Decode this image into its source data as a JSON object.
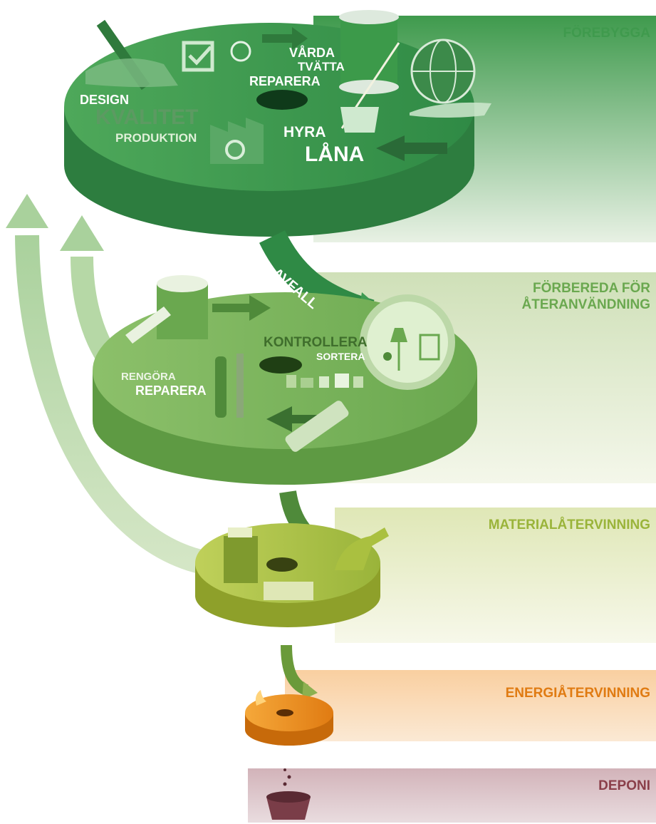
{
  "levels": {
    "prevent": "FÖREBYGGA",
    "reuse_line1": "FÖRBEREDA FÖR",
    "reuse_line2": "ÅTERANVÄNDNING",
    "recycle": "MATERIALÅTERVINNING",
    "energy": "ENERGIÅTERVINNING",
    "landfill": "DEPONI"
  },
  "disc1": {
    "design": "DESIGN",
    "quality": "KVALITET",
    "production": "PRODUKTION",
    "care": "VÅRDA",
    "wash": "TVÄTTA",
    "repair": "REPARERA",
    "rent": "HYRA",
    "borrow": "LÅNA"
  },
  "flow": {
    "waste": "AVFALL"
  },
  "disc2": {
    "check": "KONTROLLERA",
    "sort": "SORTERA",
    "clean": "RENGÖRA",
    "repair": "REPARERA"
  },
  "colors": {
    "prevent": "#3f9a4d",
    "reuse": "#6aa84f",
    "recycle": "#9ab43a",
    "energy": "#e07b12",
    "landfill": "#8a3f4a"
  }
}
